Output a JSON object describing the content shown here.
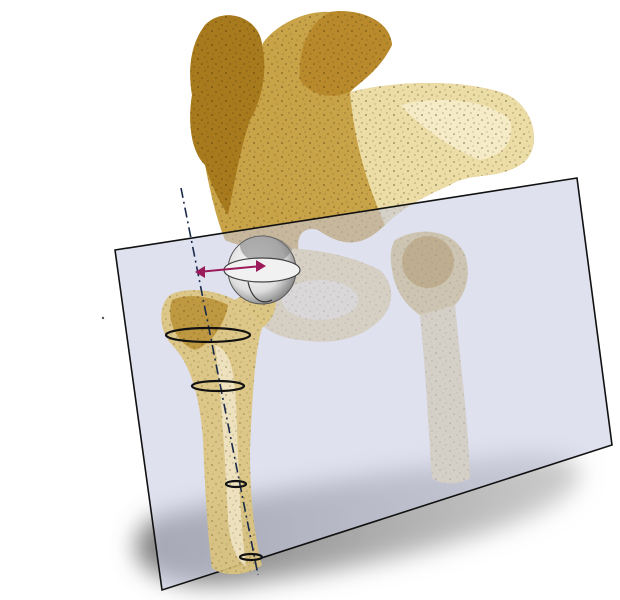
{
  "image": {
    "subject": "3d-hip-pelvis-femur-render",
    "colors": {
      "bone_dark": "#8a6412",
      "bone_mid": "#c39a3a",
      "bone_light": "#efe2b0",
      "bone_pale": "#f6efcf",
      "plane_fill": "#c9cde3",
      "plane_edge": "#111111",
      "axis_line": "#1a2a4a",
      "measure_arrow": "#9b1b5a",
      "ring": "#111111",
      "shadow": "#8a8a8a"
    },
    "icons": [
      "axis-line",
      "offset-arrow",
      "femoral-head-sphere",
      "cross-section-rings",
      "cutting-plane"
    ]
  }
}
